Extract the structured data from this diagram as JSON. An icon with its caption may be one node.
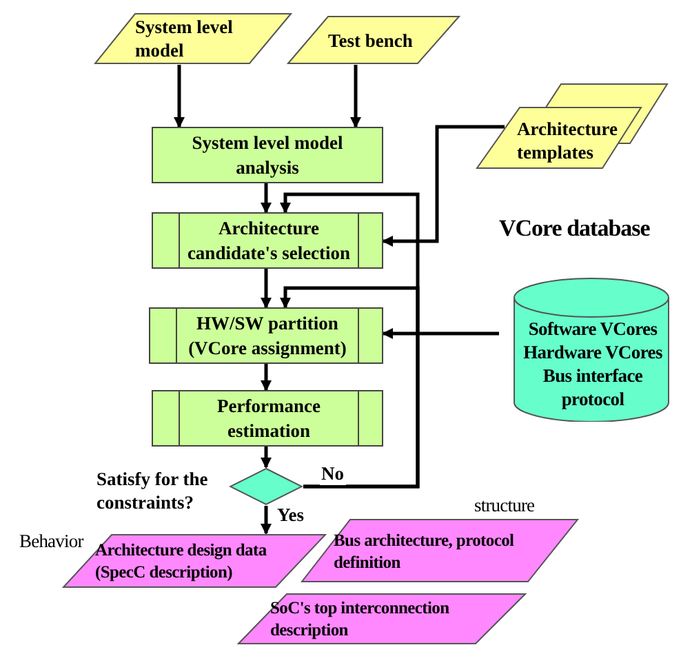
{
  "diagram": {
    "nodes": [
      {
        "text": [
          "System level model"
        ]
      },
      {
        "text": [
          "Test bench"
        ]
      },
      {
        "text": [
          "Architecture templates"
        ]
      },
      {
        "text": [
          "System level model analysis"
        ]
      },
      {
        "text": [
          "Architecture  candidate's selection"
        ]
      },
      {
        "text": [
          "VCore database",
          "Software VCores Hardware VCores Bus interface protocol"
        ]
      },
      {
        "text": [
          "HW/SW partition (VCore assignment)"
        ]
      },
      {
        "text": [
          "Performance estimation"
        ]
      },
      {
        "text": [],
        "shape": "diamond",
        "beside": [
          "Satisfy for the constraints?"
        ]
      },
      {
        "text": [
          "Architecture design data (SpecC description)"
        ],
        "beside": [
          "Behavior"
        ]
      },
      {
        "text": [
          "Bus architecture, protocol definition"
        ],
        "beside": [
          "structure"
        ]
      },
      {
        "text": [
          "SoC's top interconnection description"
        ]
      }
    ],
    "edges": [
      {
        "from": 0,
        "to": 3,
        "arrow": "to"
      },
      {
        "from": 1,
        "to": 3,
        "arrow": "to"
      },
      {
        "from": 2,
        "to": 4,
        "arrow": "to"
      },
      {
        "from": 3,
        "to": 4,
        "arrow": "to"
      },
      {
        "from": 4,
        "to": 6,
        "arrow": "to"
      },
      {
        "from": 5,
        "to": 6,
        "arrow": "to"
      },
      {
        "from": 6,
        "to": 7,
        "arrow": "to"
      },
      {
        "from": 7,
        "to": 8,
        "arrow": "to"
      },
      {
        "from": 8,
        "to": 9,
        "arrow": "to",
        "label": "Yes"
      },
      {
        "from": 8,
        "to": 4,
        "arrow": "to",
        "label": "No"
      },
      {
        "from": 8,
        "to": 6,
        "arrow": "to"
      }
    ]
  }
}
